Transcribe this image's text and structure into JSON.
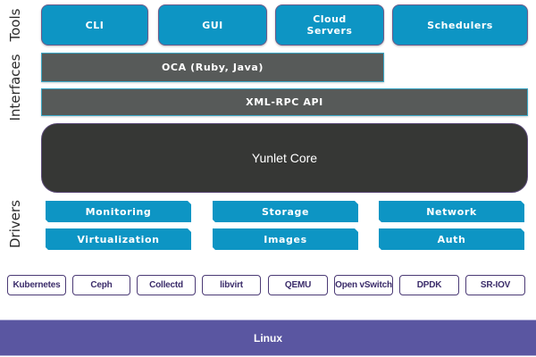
{
  "layers": {
    "tools": "Tools",
    "interfaces": "Interfaces",
    "drivers": "Drivers"
  },
  "tools": [
    {
      "label": "CLI"
    },
    {
      "label": "GUI"
    },
    {
      "label": "Cloud\nServers"
    },
    {
      "label": "Schedulers"
    }
  ],
  "interfaces": {
    "oca": "OCA (Ruby, Java)",
    "xmlrpc": "XML-RPC API"
  },
  "core": "Yunlet Core",
  "drivers": [
    {
      "label": "Monitoring"
    },
    {
      "label": "Storage"
    },
    {
      "label": "Network"
    },
    {
      "label": "Virtualization"
    },
    {
      "label": "Images"
    },
    {
      "label": "Auth"
    }
  ],
  "components": [
    {
      "label": "Kubernetes"
    },
    {
      "label": "Ceph"
    },
    {
      "label": "Collectd"
    },
    {
      "label": "libvirt"
    },
    {
      "label": "QEMU"
    },
    {
      "label": "Open vSwitch"
    },
    {
      "label": "DPDK"
    },
    {
      "label": "SR-IOV"
    }
  ],
  "os": "Linux",
  "colors": {
    "tool_blue": "#0d95c4",
    "interface_gray": "#575a59",
    "core_dark": "#363735",
    "component_border": "#4b3a75",
    "linux_purple": "#5a56a1"
  }
}
